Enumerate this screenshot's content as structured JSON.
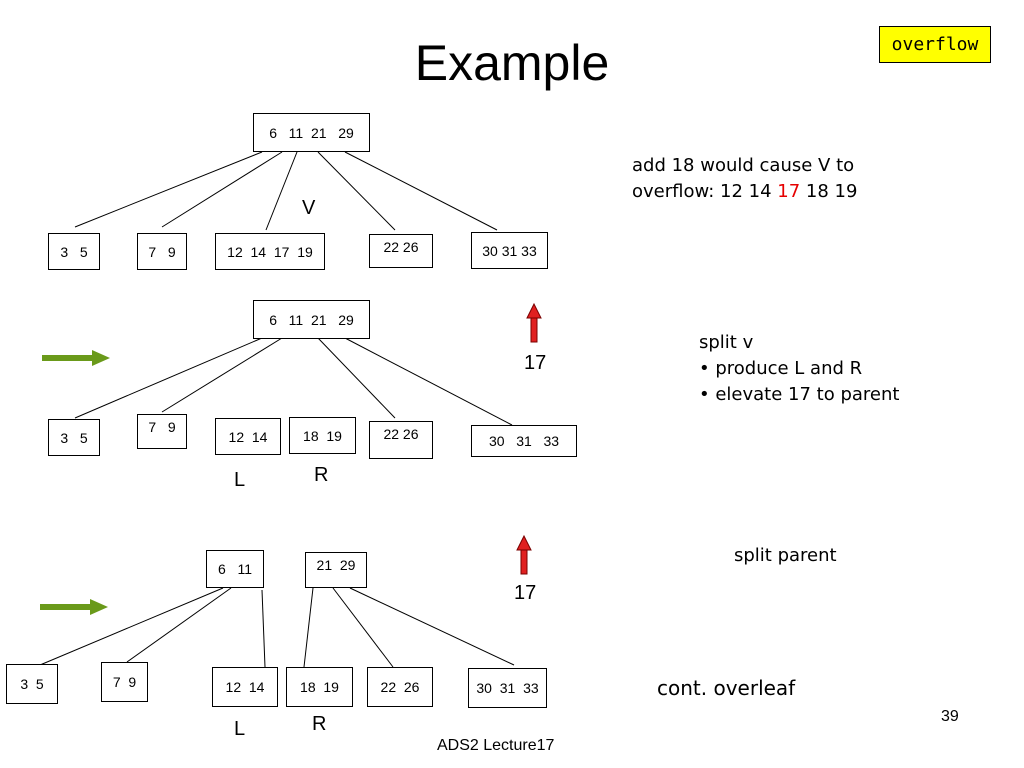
{
  "title": "Example",
  "badge": "overflow",
  "diagram1": {
    "root": "6   11  21   29",
    "children": [
      "3   5",
      "7   9",
      "12  14  17  19",
      "22 26",
      "30 31 33"
    ],
    "label_v": "V"
  },
  "diagram2": {
    "root": "6   11  21   29",
    "children": [
      "3   5",
      "7   9",
      "12  14",
      "18  19",
      "22 26",
      "30   31   33"
    ],
    "label_l": "L",
    "label_r": "R",
    "elevated": "17"
  },
  "diagram3": {
    "left_parent": "6   11",
    "right_parent": "21  29",
    "children": [
      "3  5",
      "7  9",
      "12  14",
      "18  19",
      "22  26",
      "30  31  33"
    ],
    "label_l": "L",
    "label_r": "R",
    "elevated": "17"
  },
  "notes": {
    "overflow_line1": "add 18 would cause V to",
    "overflow_line2_prefix": "overflow: 12 14 ",
    "overflow_highlight": "17",
    "overflow_line2_suffix": " 18 19",
    "split_v_heading": "split v",
    "split_v_bullet1": "• produce L and R",
    "split_v_bullet2": "• elevate 17 to parent",
    "split_parent": "split parent",
    "continued": "cont. overleaf"
  },
  "footer": "ADS2 Lecture17",
  "page_number": "39",
  "colors": {
    "badge_bg": "#ffff00",
    "highlight": "#e60000",
    "up_arrow": "#e02020",
    "step_arrow": "#6a9a1a"
  }
}
